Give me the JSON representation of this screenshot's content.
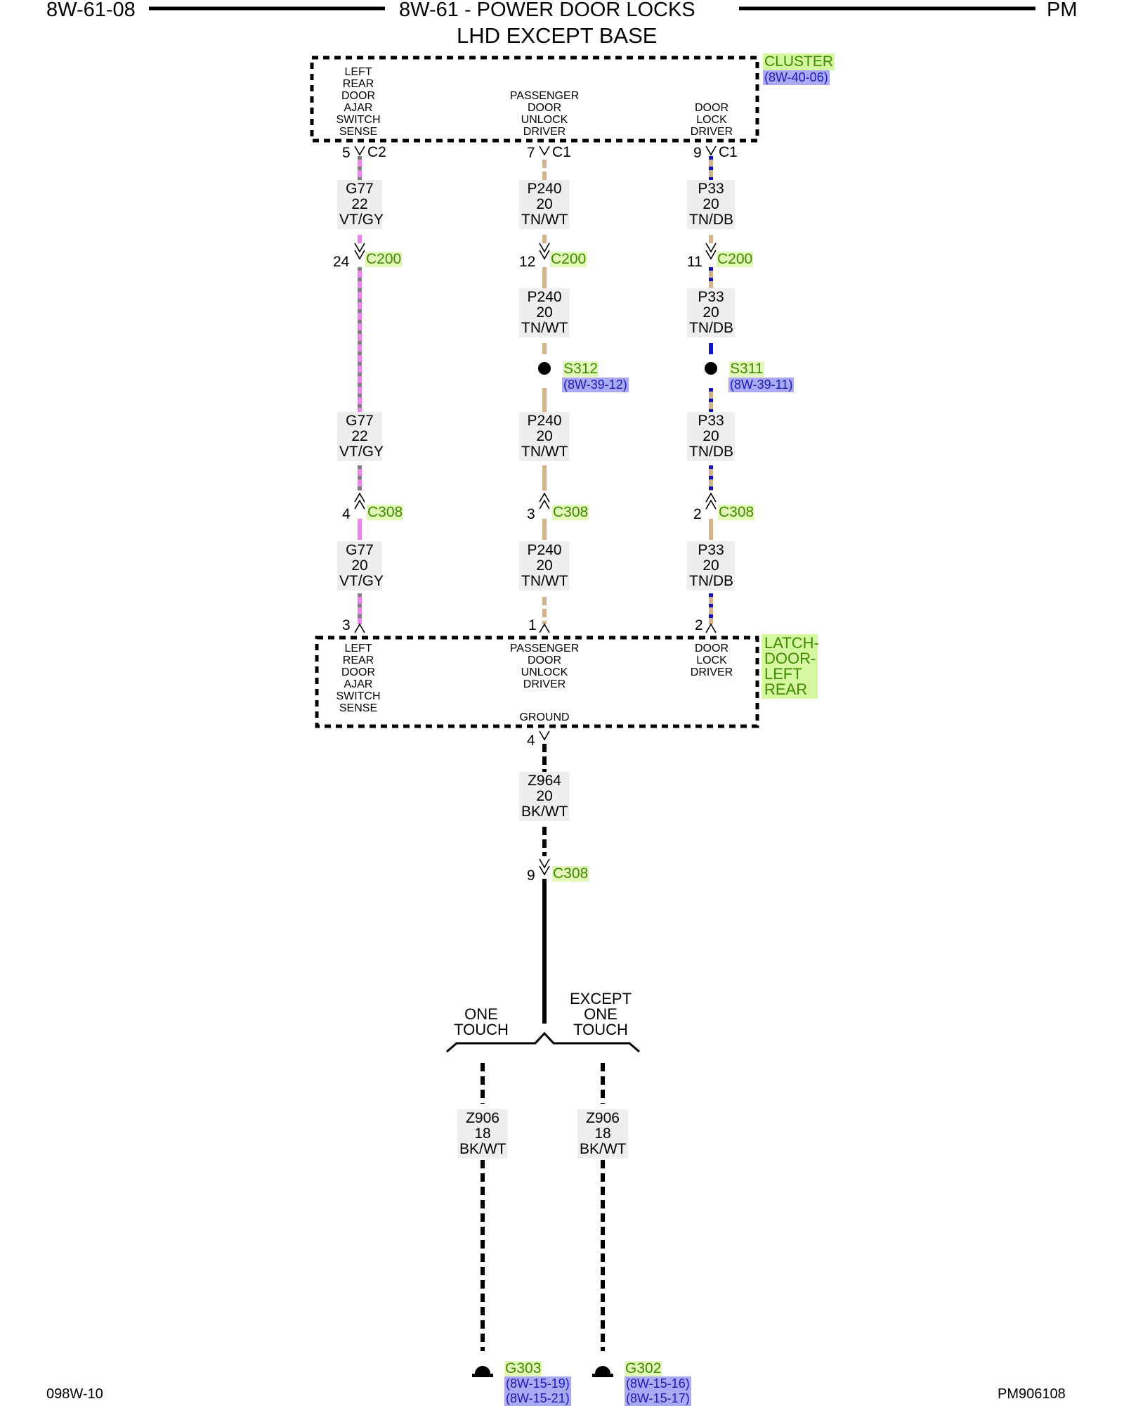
{
  "header": {
    "page_left": "8W-61-08",
    "title": "8W-61 - POWER DOOR LOCKS",
    "page_right": "PM",
    "subtitle": "LHD EXCEPT BASE"
  },
  "cluster": {
    "name": "CLUSTER",
    "ref": "(8W-40-06)",
    "pin_left": [
      "LEFT",
      "REAR",
      "DOOR",
      "AJAR",
      "SWITCH",
      "SENSE"
    ],
    "pin_mid": [
      "PASSENGER",
      "DOOR",
      "UNLOCK",
      "DRIVER"
    ],
    "pin_right": [
      "DOOR",
      "LOCK",
      "DRIVER"
    ]
  },
  "latch": {
    "name": [
      "LATCH-",
      "DOOR-",
      "LEFT",
      "REAR"
    ],
    "pin_left": [
      "LEFT",
      "REAR",
      "DOOR",
      "AJAR",
      "SWITCH",
      "SENSE"
    ],
    "pin_mid": [
      "PASSENGER",
      "DOOR",
      "UNLOCK",
      "DRIVER"
    ],
    "pin_right": [
      "DOOR",
      "LOCK",
      "DRIVER"
    ],
    "ground": "GROUND"
  },
  "pins": {
    "c_left": "5",
    "c_left_conn": "C2",
    "c_mid": "7",
    "c_mid_conn": "C1",
    "c_right": "9",
    "c_right_conn": "C1",
    "c200_left": "24",
    "c200_mid": "12",
    "c200_right": "11",
    "c200": "C200",
    "c308_left": "4",
    "c308_mid": "3",
    "c308_right": "2",
    "c308": "C308",
    "l_left": "3",
    "l_mid": "1",
    "l_right": "2",
    "gnd_pin": "4",
    "c308_gnd": "9"
  },
  "wires": {
    "g77_a": [
      "G77",
      "22",
      "VT/GY"
    ],
    "g77_b": [
      "G77",
      "22",
      "VT/GY"
    ],
    "g77_c": [
      "G77",
      "20",
      "VT/GY"
    ],
    "p240_a": [
      "P240",
      "20",
      "TN/WT"
    ],
    "p240_b": [
      "P240",
      "20",
      "TN/WT"
    ],
    "p240_c": [
      "P240",
      "20",
      "TN/WT"
    ],
    "p240_d": [
      "P240",
      "20",
      "TN/WT"
    ],
    "p33_a": [
      "P33",
      "20",
      "TN/DB"
    ],
    "p33_b": [
      "P33",
      "20",
      "TN/DB"
    ],
    "p33_c": [
      "P33",
      "20",
      "TN/DB"
    ],
    "p33_d": [
      "P33",
      "20",
      "TN/DB"
    ],
    "z964": [
      "Z964",
      "20",
      "BK/WT"
    ],
    "z906_a": [
      "Z906",
      "18",
      "BK/WT"
    ],
    "z906_b": [
      "Z906",
      "18",
      "BK/WT"
    ]
  },
  "splices": {
    "s312": "S312",
    "s312_ref": "(8W-39-12)",
    "s311": "S311",
    "s311_ref": "(8W-39-11)"
  },
  "branches": {
    "left": [
      "ONE",
      "TOUCH"
    ],
    "right": [
      "EXCEPT",
      "ONE",
      "TOUCH"
    ]
  },
  "grounds": {
    "g303": "G303",
    "g303_refs": [
      "(8W-15-19)",
      "(8W-15-21)"
    ],
    "g302": "G302",
    "g302_refs": [
      "(8W-15-16)",
      "(8W-15-17)"
    ]
  },
  "footer": {
    "left": "098W-10",
    "right": "PM906108"
  },
  "colors": {
    "violet": "#ee82ee",
    "tan": "#d2b48c",
    "blue": "#1515c8",
    "gray": "#808080",
    "black": "#000000"
  }
}
